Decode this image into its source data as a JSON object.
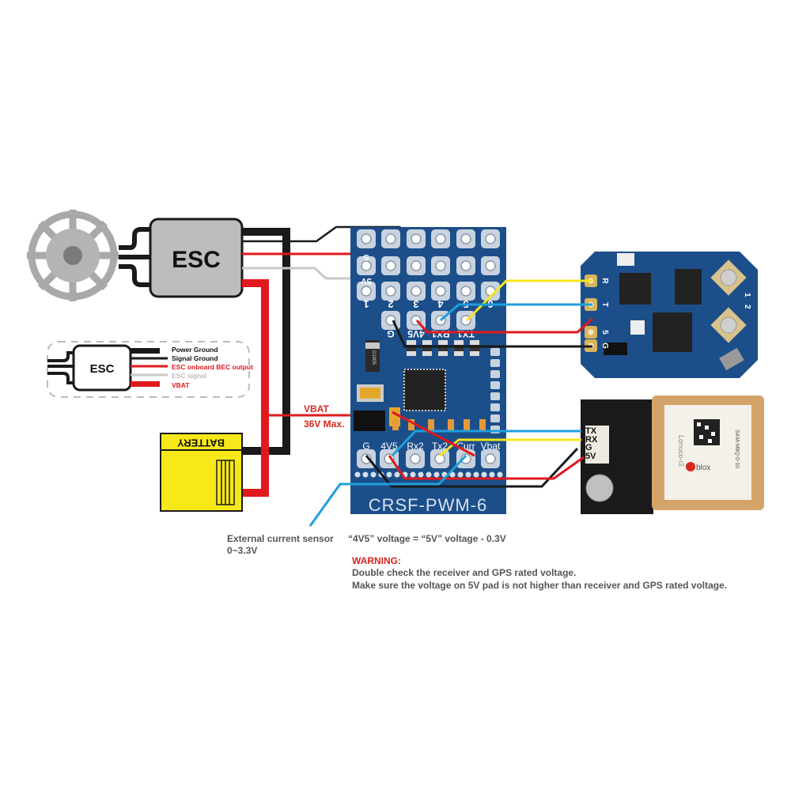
{
  "esc_main": {
    "label": "ESC"
  },
  "esc_legend": {
    "label": "ESC",
    "wires": [
      {
        "label": "Power Ground",
        "color": "#111111"
      },
      {
        "label": "Signal Ground",
        "color": "#111111"
      },
      {
        "label": "ESC onboard BEC output",
        "color": "#e0191e"
      },
      {
        "label": "ESC signal",
        "color": "#bbbbbb"
      },
      {
        "label": "VBAT",
        "color": "#e0191e"
      }
    ]
  },
  "battery": {
    "label": "BATTERY"
  },
  "vbat_note": {
    "line1": "VBAT",
    "line2": "36V Max."
  },
  "board": {
    "name": "CRSF-PWM-6",
    "pwm_labels": [
      "1",
      "2",
      "3",
      "4",
      "5",
      "6"
    ],
    "row_labels": [
      "S",
      "5V"
    ],
    "uart1_labels": [
      "G",
      "4V5",
      "RX1",
      "TX1"
    ],
    "bottom_pads": [
      "G",
      "4V5",
      "Rx2",
      "Tx2",
      "Curr",
      "Vbat"
    ],
    "diode_label": "D1005"
  },
  "receiver": {
    "pads": [
      "R",
      "T",
      "5",
      "G"
    ],
    "antenna_labels": [
      "1",
      "2"
    ]
  },
  "gps": {
    "pads": [
      "TX",
      "RX",
      "G",
      "5V"
    ],
    "module_text": "SAM-M8Q-0-10",
    "brand": "blox",
    "side_text": "Lonuco-i3"
  },
  "notes": {
    "current_sensor_line1": "External current sensor",
    "current_sensor_line2": "0~3.3V",
    "voltage_note": "“4V5” voltage = “5V” voltage - 0.3V",
    "warning_title": "WARNING:",
    "warning_line1": "Double check the receiver and GPS rated voltage.",
    "warning_line2": "Make sure the voltage on 5V pad is not higher than receiver and GPS rated voltage."
  },
  "colors": {
    "board_blue": "#1c4f8a",
    "wire_red": "#e0191e",
    "wire_black": "#1a1a1a",
    "wire_yellow": "#f5e61c",
    "wire_blue": "#1e9fdb",
    "wire_gray": "#c8c8c8",
    "battery_yellow": "#f7e81a",
    "warning_red": "#d8261f",
    "note_gray": "#555555"
  }
}
